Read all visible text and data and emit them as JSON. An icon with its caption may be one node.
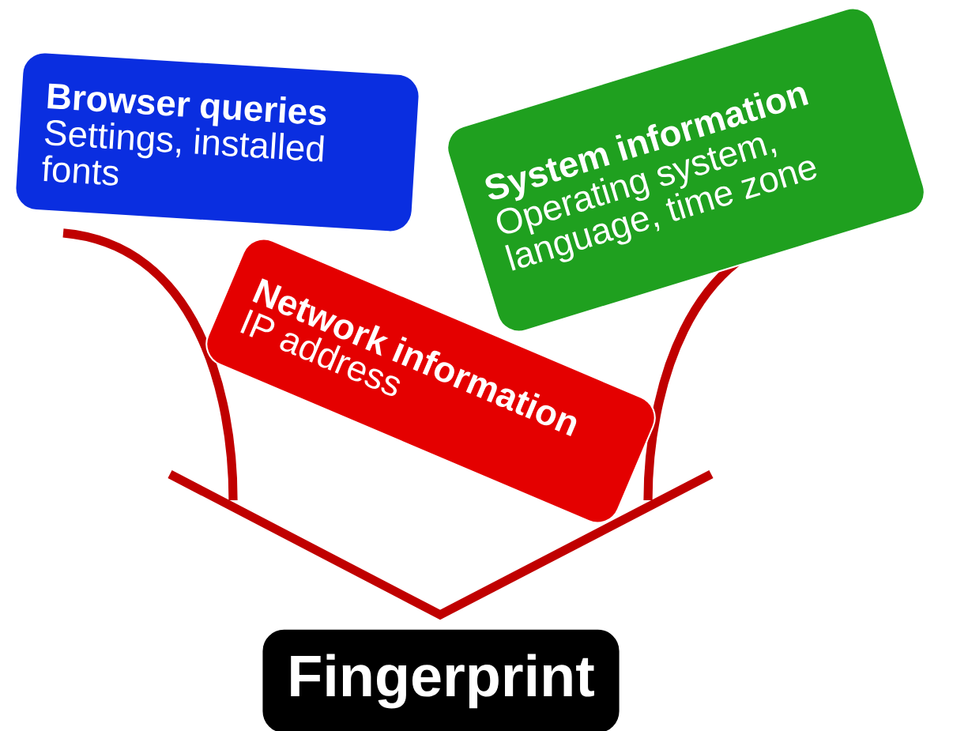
{
  "diagram": {
    "nodes": [
      {
        "text": [
          "Browser queries",
          "Settings, installed fonts"
        ]
      },
      {
        "text": [
          "System information",
          "Operating system, language, time zone"
        ]
      },
      {
        "text": [
          "Network information",
          "IP address"
        ]
      },
      {
        "text": [
          "Fingerprint"
        ]
      }
    ]
  }
}
